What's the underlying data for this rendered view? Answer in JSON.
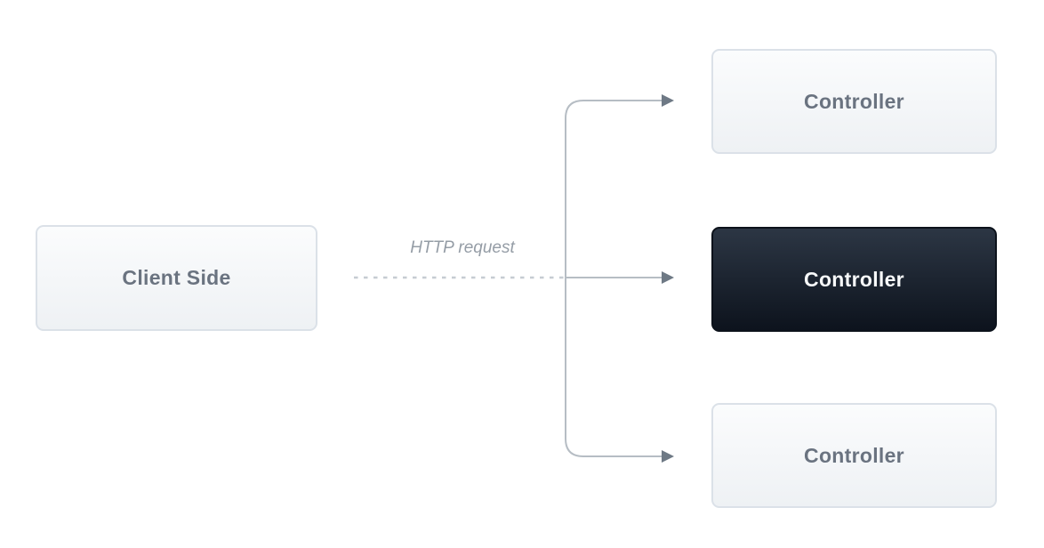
{
  "diagram": {
    "client_node": {
      "label": "Client Side"
    },
    "connector": {
      "label": "HTTP request"
    },
    "controllers": [
      {
        "label": "Controller",
        "variant": "light"
      },
      {
        "label": "Controller",
        "variant": "dark"
      },
      {
        "label": "Controller",
        "variant": "light"
      }
    ],
    "colors": {
      "line": "#b6bdc4",
      "dash": "#c6ccd2",
      "arrowhead": "#6e7985",
      "light_box_bg_top": "#fbfcfd",
      "light_box_bg_bottom": "#eef1f4",
      "light_box_border": "#dbe1e8",
      "light_box_text": "#6a7380",
      "dark_box_bg_top": "#2c3644",
      "dark_box_bg_bottom": "#0d131d",
      "dark_box_text": "#f7f9fa",
      "label_text": "#959da6",
      "background": "#ffffff"
    }
  }
}
